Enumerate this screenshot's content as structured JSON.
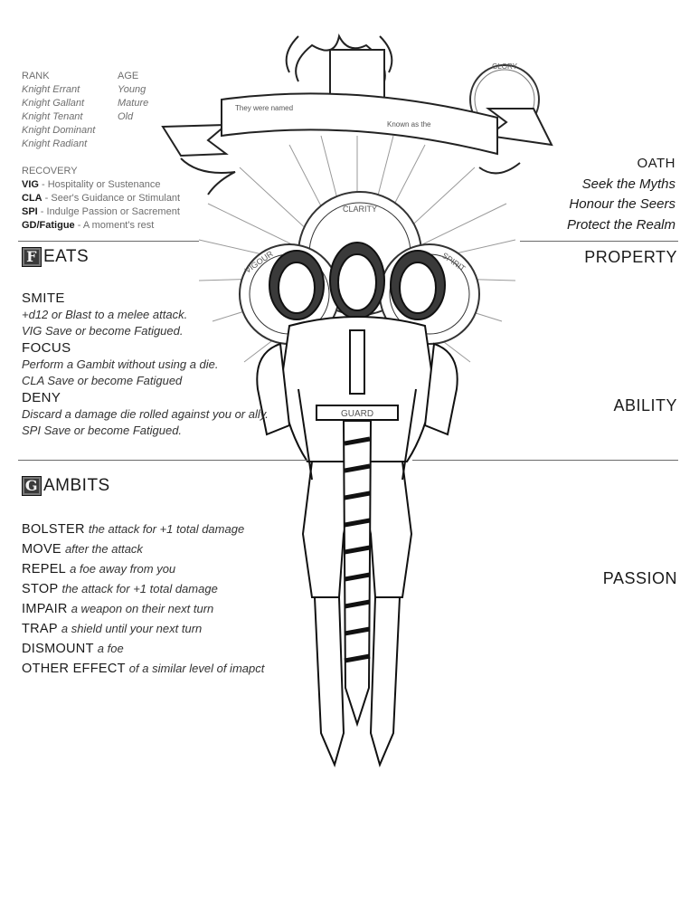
{
  "rank": {
    "title": "RANK",
    "items": [
      "Knight Errant",
      "Knight Gallant",
      "Knight Tenant",
      "Knight Dominant",
      "Knight Radiant"
    ]
  },
  "age": {
    "title": "AGE",
    "items": [
      "Young",
      "Mature",
      "Old"
    ]
  },
  "recovery": {
    "title": "RECOVERY",
    "lines": [
      {
        "key": "VIG",
        "text": " - Hospitality or Sustenance"
      },
      {
        "key": "CLA",
        "text": " - Seer's Guidance or Stimulant"
      },
      {
        "key": "SPI",
        "text": " - Indulge Passion or Sacrement"
      },
      {
        "key": "GD/Fatigue",
        "text": " - A moment's rest"
      }
    ]
  },
  "banner": {
    "named": "They were named",
    "known": "Known as the"
  },
  "glory_label": "GLORY",
  "oath": {
    "title": "OATH",
    "lines": [
      "Seek the Myths",
      "Honour the Seers",
      "Protect the Realm"
    ]
  },
  "halos": {
    "clarity": "CLARITY",
    "vigour": "VIGOUR",
    "spirit": "SPIRIT",
    "guard": "GUARD"
  },
  "feats": {
    "drop_cap": "F",
    "heading_rest": "EATS",
    "items": [
      {
        "name": "SMITE",
        "desc": [
          "+d12 or Blast to a melee attack.",
          "VIG Save or become Fatigued."
        ]
      },
      {
        "name": "FOCUS",
        "desc": [
          "Perform a Gambit without using a die.",
          "CLA Save or become Fatigued"
        ]
      },
      {
        "name": "DENY",
        "desc": [
          "Discard a damage die rolled against you or ally.",
          "SPI Save or become Fatigued."
        ]
      }
    ]
  },
  "gambits": {
    "drop_cap": "G",
    "heading_rest": "AMBITS",
    "items": [
      {
        "name": "BOLSTER",
        "desc": "the attack for +1 total damage"
      },
      {
        "name": "MOVE",
        "desc": "after the attack"
      },
      {
        "name": "REPEL",
        "desc": "a foe away from you"
      },
      {
        "name": "STOP",
        "desc": "the attack for +1 total damage"
      },
      {
        "name": "IMPAIR",
        "desc": "a weapon on their next turn"
      },
      {
        "name": "TRAP",
        "desc": "a shield until your next turn"
      },
      {
        "name": "DISMOUNT",
        "desc": "a foe"
      },
      {
        "name": "OTHER EFFECT",
        "desc": "of a similar level of imapct"
      }
    ]
  },
  "sections": {
    "property": "PROPERTY",
    "ability": "ABILITY",
    "passion": "PASSION"
  }
}
